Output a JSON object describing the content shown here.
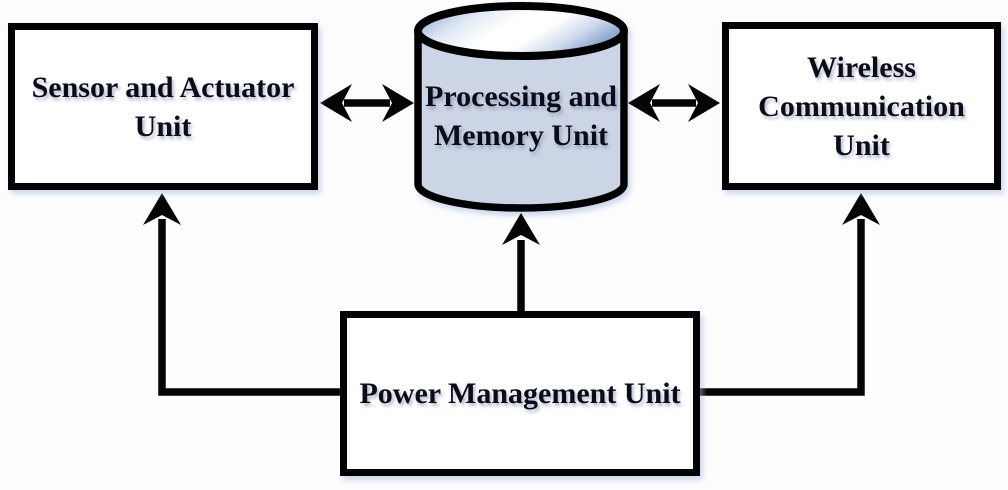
{
  "diagram": {
    "type": "block-diagram",
    "nodes": [
      {
        "id": "sensor-actuator-unit",
        "label": "Sensor and Actuator Unit",
        "shape": "rectangle"
      },
      {
        "id": "processing-memory-unit",
        "label": "Processing and Memory Unit",
        "shape": "cylinder"
      },
      {
        "id": "wireless-communication-unit",
        "label": "Wireless Communication Unit",
        "shape": "rectangle"
      },
      {
        "id": "power-management-unit",
        "label": "Power Management Unit",
        "shape": "rectangle"
      }
    ],
    "edges": [
      {
        "from": "sensor-actuator-unit",
        "to": "processing-memory-unit",
        "style": "double-headed-arrow"
      },
      {
        "from": "processing-memory-unit",
        "to": "wireless-communication-unit",
        "style": "double-headed-arrow"
      },
      {
        "from": "power-management-unit",
        "to": "sensor-actuator-unit",
        "style": "arrow"
      },
      {
        "from": "power-management-unit",
        "to": "processing-memory-unit",
        "style": "arrow"
      },
      {
        "from": "power-management-unit",
        "to": "wireless-communication-unit",
        "style": "arrow"
      }
    ],
    "colors": {
      "node_border": "#030305",
      "node_fill": "#ffffff",
      "cylinder_fill": "#ccd5e6",
      "cylinder_top_highlight": "#ffffff",
      "cylinder_top_edge": "#7e99c6",
      "arrow": "#050505",
      "text": "#0c0c18",
      "background": "#fdfdfe"
    }
  }
}
